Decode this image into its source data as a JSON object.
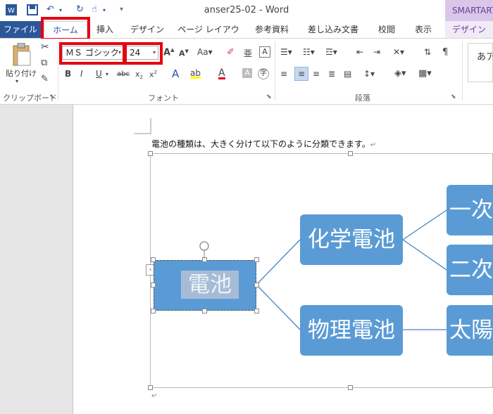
{
  "window": {
    "title": "anser25-02 - Word",
    "smartart_tools": "SMARTART"
  },
  "tabs": [
    {
      "label": "ファイル"
    },
    {
      "label": "ホーム"
    },
    {
      "label": "挿入"
    },
    {
      "label": "デザイン"
    },
    {
      "label": "ページ レイアウト"
    },
    {
      "label": "参考資料"
    },
    {
      "label": "差し込み文書"
    },
    {
      "label": "校閲"
    },
    {
      "label": "表示"
    },
    {
      "label": "デザイン"
    }
  ],
  "ribbon": {
    "clipboard": {
      "paste_label": "貼り付け",
      "group_label": "クリップボード"
    },
    "font": {
      "font_name": "ＭＳ ゴシック",
      "font_size": "24",
      "group_label": "フォント"
    },
    "paragraph": {
      "group_label": "段落"
    },
    "styles": {
      "preview": "あア"
    }
  },
  "document": {
    "intro_text": "電池の種類は、大きく分けて以下のように分類できます。",
    "smartart": {
      "root": "電池",
      "level1": [
        "化学電池",
        "物理電池"
      ],
      "level2": [
        "一次",
        "二次",
        "太陽"
      ]
    }
  },
  "colors": {
    "accent": "#2b579a",
    "node": "#5b9bd5",
    "highlight": "#e60012",
    "smartart_tab": "#d9c7e9"
  }
}
